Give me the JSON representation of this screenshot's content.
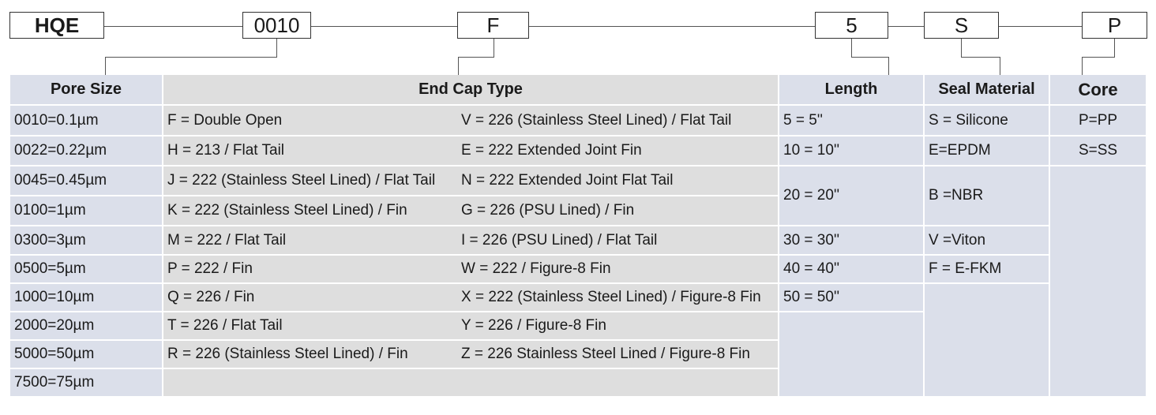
{
  "code": {
    "prefix": "HQE",
    "pore": "0010",
    "endcap": "F",
    "length": "5",
    "seal": "S",
    "core": "P"
  },
  "headers": {
    "pore": "Pore Size",
    "endcap": "End Cap Type",
    "length": "Length",
    "seal": "Seal Material",
    "core": "Core"
  },
  "pore_sizes": [
    "0010=0.1µm",
    "0022=0.22µm",
    "0045=0.45µm",
    "0100=1µm",
    "0300=3µm",
    "0500=5µm",
    "1000=10µm",
    "2000=20µm",
    "5000=50µm",
    "7500=75µm"
  ],
  "endcap_col1": [
    "F = Double Open",
    "H = 213 / Flat Tail",
    "J = 222 (Stainless Steel Lined) / Flat Tail",
    "K = 222 (Stainless Steel Lined) / Fin",
    "M = 222 / Flat Tail",
    "P = 222 / Fin",
    "Q = 226 / Fin",
    "T = 226 / Flat Tail",
    "R = 226 (Stainless Steel Lined) / Fin"
  ],
  "endcap_col2": [
    "V = 226 (Stainless Steel Lined) / Flat Tail",
    "E = 222 Extended Joint Fin",
    "N = 222 Extended Joint Flat Tail",
    "G = 226 (PSU Lined) / Fin",
    "I = 226 (PSU Lined) / Flat Tail",
    "W = 222 / Figure-8 Fin",
    "X = 222 (Stainless Steel Lined) / Figure-8 Fin",
    "Y = 226 / Figure-8 Fin",
    "Z = 226 Stainless Steel Lined / Figure-8 Fin"
  ],
  "lengths": [
    "5 = 5''",
    "10 = 10''",
    "20 = 20''",
    "30 = 30''",
    "40 = 40''",
    "50 = 50''"
  ],
  "seals": [
    "S = Silicone",
    "E=EPDM",
    "B =NBR",
    "V =Viton",
    "F = E-FKM"
  ],
  "cores": [
    "P=PP",
    "S=SS"
  ]
}
